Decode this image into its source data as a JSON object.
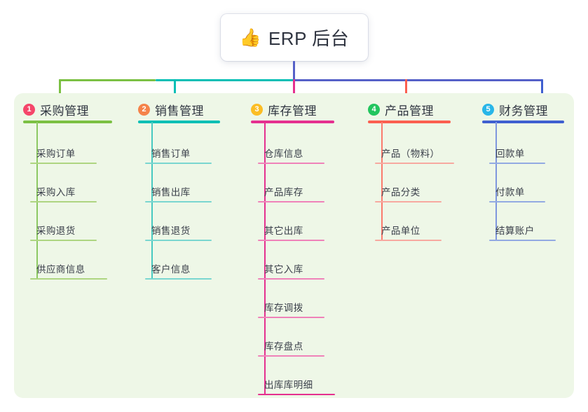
{
  "root": {
    "icon": "thumbs-up-icon",
    "emoji": "👍",
    "title": "ERP 后台"
  },
  "theme": {
    "page_background": "#ffffff",
    "panel_background": "#eef7e7",
    "card_background": "#ffffff",
    "title_text": "#2f3440",
    "item_text": "#3a3f4a",
    "root_connector": "#5560c8"
  },
  "columns": [
    {
      "number": "1",
      "title": "采购管理",
      "badge_color": "#f5466a",
      "line_color": "#7bc043",
      "soft_line_color": "#aed581",
      "items": [
        {
          "label": "采购订单"
        },
        {
          "label": "采购入库"
        },
        {
          "label": "采购退货"
        },
        {
          "label": "供应商信息"
        }
      ]
    },
    {
      "number": "2",
      "title": "销售管理",
      "badge_color": "#f5834a",
      "line_color": "#03bfb5",
      "soft_line_color": "#7ad6d0",
      "items": [
        {
          "label": "销售订单"
        },
        {
          "label": "销售出库"
        },
        {
          "label": "销售退货"
        },
        {
          "label": "客户信息"
        }
      ]
    },
    {
      "number": "3",
      "title": "库存管理",
      "badge_color": "#fbbd24",
      "line_color": "#e5308f",
      "soft_line_color": "#ef82b9",
      "items": [
        {
          "label": "仓库信息"
        },
        {
          "label": "产品库存"
        },
        {
          "label": "其它出库"
        },
        {
          "label": "其它入库"
        },
        {
          "label": "库存调拨"
        },
        {
          "label": "库存盘点"
        },
        {
          "label": "出库库明细"
        }
      ]
    },
    {
      "number": "4",
      "title": "产品管理",
      "badge_color": "#22c55e",
      "line_color": "#fb5f50",
      "soft_line_color": "#f7a9a0",
      "items": [
        {
          "label": "产品（物料）"
        },
        {
          "label": "产品分类"
        },
        {
          "label": "产品单位"
        }
      ]
    },
    {
      "number": "5",
      "title": "财务管理",
      "badge_color": "#29b6e8",
      "line_color": "#3f5fd0",
      "soft_line_color": "#93aae2",
      "items": [
        {
          "label": "回款单"
        },
        {
          "label": "付款单"
        },
        {
          "label": "结算账户"
        }
      ]
    }
  ]
}
